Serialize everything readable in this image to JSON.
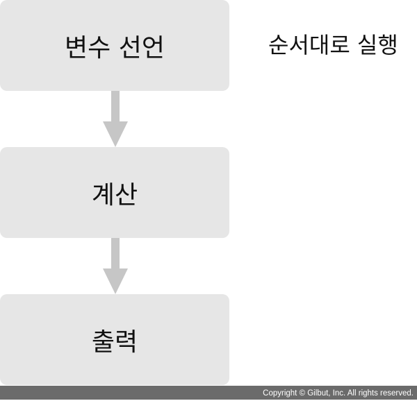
{
  "steps": [
    {
      "label": "변수 선언"
    },
    {
      "label": "계산"
    },
    {
      "label": "출력"
    }
  ],
  "annotation": "순서대로 실행",
  "footer": "Copyright © Gilbut, Inc. All rights reserved.",
  "colors": {
    "box": "#e6e6e6",
    "arrow": "#c6c6c6",
    "footer": "#6b6b6b"
  }
}
